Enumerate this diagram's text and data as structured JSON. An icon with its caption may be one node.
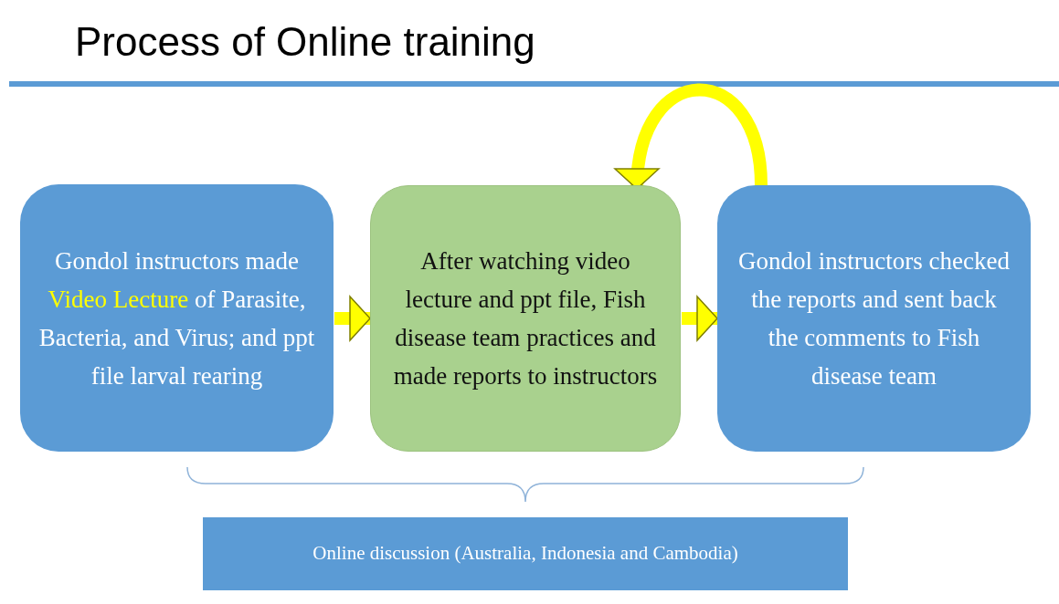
{
  "diagram": {
    "title": "Process of Online training",
    "nodes": [
      {
        "text": [
          "Gondol instructors made **Video Lecture** of Parasite, Bacteria, and Virus; and ppt file larval rearing"
        ]
      },
      {
        "text": [
          "After watching video lecture and ppt file, Fish disease team practices and made reports to instructors"
        ]
      },
      {
        "text": [
          "Gondol instructors checked the reports and sent back the comments to Fish disease team"
        ]
      },
      {
        "text": [
          "Online discussion (Australia, Indonesia and Cambodia)"
        ]
      }
    ],
    "edges": [
      {
        "from": 0,
        "to": 1,
        "arrow": "to"
      },
      {
        "from": 1,
        "to": 2,
        "arrow": "to"
      },
      {
        "from": 2,
        "to": 1,
        "arrow": "to"
      }
    ]
  }
}
